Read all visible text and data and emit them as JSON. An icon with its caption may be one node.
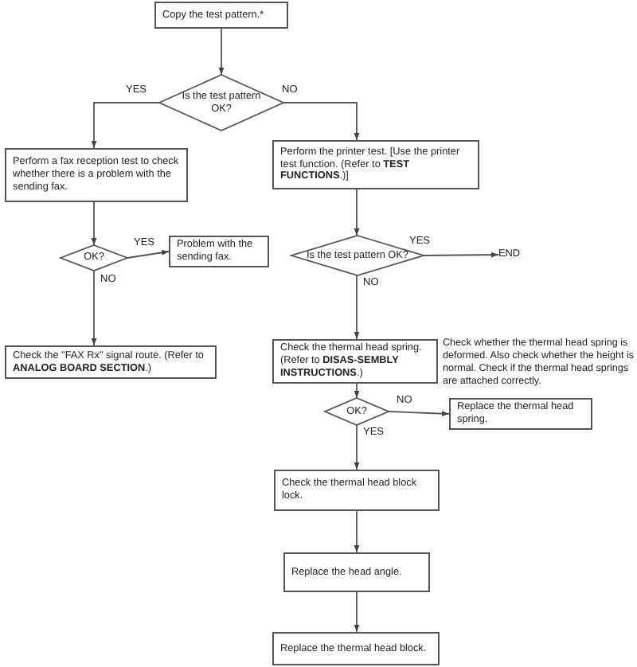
{
  "diagram": {
    "nodes": [
      {
        "text": [
          "Copy the test pattern.*"
        ]
      },
      {
        "text": [
          "Is the test pattern OK?"
        ]
      },
      {
        "text": [
          "Perform a fax reception test to check whether there is a problem with the sending fax."
        ]
      },
      {
        "text": [
          "Perform the printer test. [Use the printer test function. (Refer to **TEST FUNCTIONS**.)]"
        ]
      },
      {
        "text": [
          "OK?"
        ]
      },
      {
        "text": [
          "Problem with the sending fax."
        ]
      },
      {
        "text": [
          "Check the \"FAX Rx\" signal route. (Refer to **ANALOG BOARD SECTION**.)"
        ]
      },
      {
        "text": [
          "Is the test pattern OK?"
        ]
      },
      {
        "text": [
          "END"
        ]
      },
      {
        "text": [
          "Check the thermal head spring. (Refer to **DISAS-SEMBLY INSTRUCTIONS**.)"
        ],
        "beside": [
          "Check whether the thermal head spring is deformed. Also check whether the height is normal. Check if the thermal head springs are attached correctly."
        ]
      },
      {
        "text": [
          "OK?"
        ]
      },
      {
        "text": [
          "Replace the thermal head spring."
        ]
      },
      {
        "text": [
          "Check the thermal head block lock."
        ]
      },
      {
        "text": [
          "Replace the head angle."
        ]
      },
      {
        "text": [
          "Replace the thermal head block."
        ]
      }
    ],
    "edges": [
      {
        "from": 0,
        "to": 1,
        "arrow": "to"
      },
      {
        "from": 1,
        "to": 2,
        "arrow": "to",
        "label": "YES"
      },
      {
        "from": 1,
        "to": 3,
        "arrow": "to",
        "label": "NO"
      },
      {
        "from": 2,
        "to": 4,
        "arrow": "to"
      },
      {
        "from": 4,
        "to": 5,
        "arrow": "to",
        "label": "YES"
      },
      {
        "from": 4,
        "to": 6,
        "arrow": "to",
        "label": "NO"
      },
      {
        "from": 3,
        "to": 7,
        "arrow": "to"
      },
      {
        "from": 7,
        "to": 8,
        "arrow": "to",
        "label": "YES"
      },
      {
        "from": 7,
        "to": 9,
        "arrow": "to",
        "label": "NO"
      },
      {
        "from": 9,
        "to": 10,
        "arrow": "to"
      },
      {
        "from": 10,
        "to": 11,
        "arrow": "to",
        "label": "NO"
      },
      {
        "from": 10,
        "to": 12,
        "arrow": "to",
        "label": "YES"
      },
      {
        "from": 12,
        "to": 13,
        "arrow": "to"
      },
      {
        "from": 13,
        "to": 14,
        "arrow": "to"
      }
    ]
  }
}
